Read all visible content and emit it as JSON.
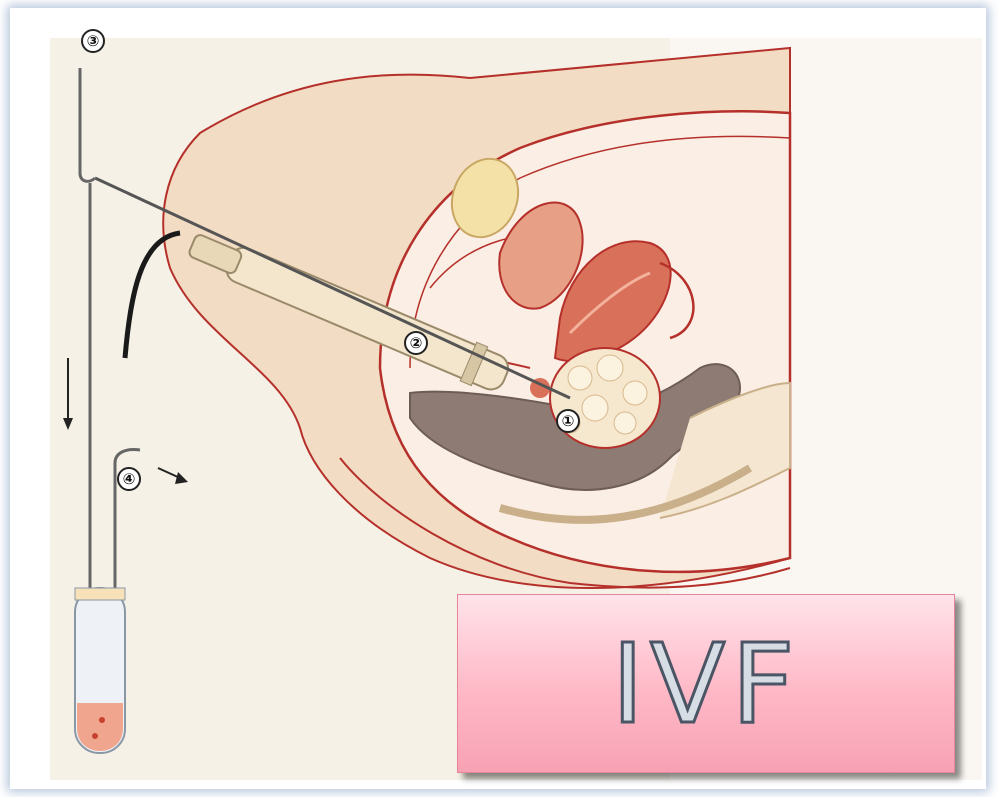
{
  "labels": {
    "one": "①",
    "two": "②",
    "three": "③",
    "four": "④"
  },
  "title": {
    "text": "IVF"
  },
  "colors": {
    "background": "#f5f1e6",
    "skin": "#f2dcc4",
    "organ_red": "#d9705a",
    "outline": "#b5302a",
    "bowel": "#8e7b74",
    "follicle": "#f6e7cf",
    "title_fill": "#ffb8c6"
  }
}
